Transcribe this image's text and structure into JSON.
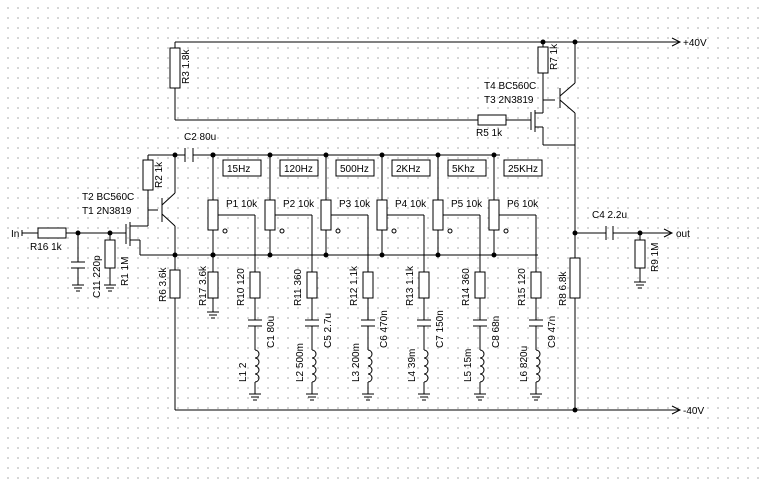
{
  "rails": {
    "pos": "+40V",
    "neg": "-40V"
  },
  "ports": {
    "in": "In",
    "out": "out"
  },
  "bands": [
    "15Hz",
    "120Hz",
    "500Hz",
    "2KHz",
    "5Khz",
    "25KHz"
  ],
  "pots": [
    "P1 10k",
    "P2 10k",
    "P3 10k",
    "P4 10k",
    "P5 10k",
    "P6 10k"
  ],
  "band_resistors": [
    "R10 120",
    "R11 360",
    "R12 1.1k",
    "R13 1.1k",
    "R14 360",
    "R15 120"
  ],
  "band_caps": [
    "C1 80u",
    "C5 2.7u",
    "C6 470n",
    "C7 150n",
    "C8 68n",
    "C9 47n"
  ],
  "band_inductors": [
    "L1 2",
    "L2 500m",
    "L3 200m",
    "L4 39m",
    "L5 15m",
    "L6 820u"
  ],
  "parts": {
    "r3": "R3 1.8k",
    "r7": "R7 1k",
    "t4": "T4 BC560C",
    "t3": "T3 2N3819",
    "r5": "R5 1k",
    "c2": "C2 80u",
    "r2": "R2 1k",
    "t2": "T2 BC560C",
    "t1": "T1 2N3819",
    "r16": "R16 1k",
    "c11": "C11 220p",
    "r1": "R1 1M",
    "r6": "R6 3.6k",
    "r17": "R17 3.6k",
    "c4": "C4 2.2u",
    "r9": "R9 1M",
    "r8": "R8 6.8k"
  }
}
